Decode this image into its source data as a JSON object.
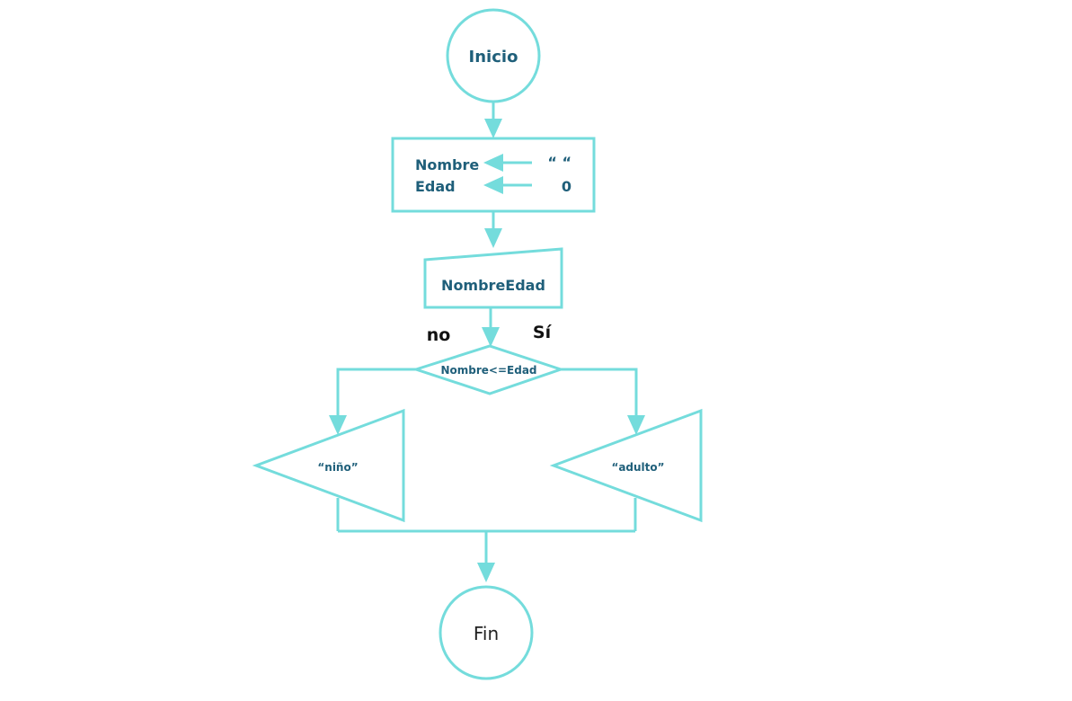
{
  "colors": {
    "stroke": "#74dcdc",
    "text": "#1f5f7a",
    "branch_text": "#111111",
    "fin_text": "#222222"
  },
  "nodes": {
    "start": {
      "label": "Inicio"
    },
    "assign": {
      "row1_var": "Nombre",
      "row1_val": "“ “",
      "row2_var": "Edad",
      "row2_val": "0"
    },
    "input": {
      "label": "NombreEdad"
    },
    "decision": {
      "label": "Nombre<=Edad"
    },
    "output_left": {
      "label": "“niño”"
    },
    "output_right": {
      "label": "“adulto”"
    },
    "end": {
      "label": "Fin"
    }
  },
  "branches": {
    "no": "no",
    "yes": "Sí"
  }
}
